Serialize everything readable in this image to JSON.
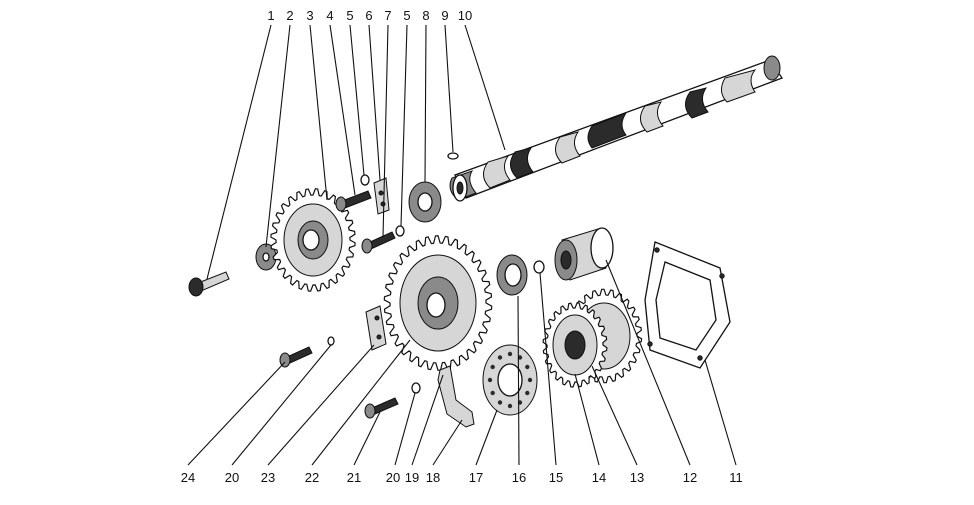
{
  "callouts": [
    {
      "id": "c1",
      "text": "1"
    },
    {
      "id": "c2",
      "text": "2"
    },
    {
      "id": "c3",
      "text": "3"
    },
    {
      "id": "c4",
      "text": "4"
    },
    {
      "id": "c5a",
      "text": "5"
    },
    {
      "id": "c6",
      "text": "6"
    },
    {
      "id": "c7",
      "text": "7"
    },
    {
      "id": "c5b",
      "text": "5"
    },
    {
      "id": "c8",
      "text": "8"
    },
    {
      "id": "c9",
      "text": "9"
    },
    {
      "id": "c10",
      "text": "10"
    },
    {
      "id": "c24",
      "text": "24"
    },
    {
      "id": "c20a",
      "text": "20"
    },
    {
      "id": "c23",
      "text": "23"
    },
    {
      "id": "c22",
      "text": "22"
    },
    {
      "id": "c21",
      "text": "21"
    },
    {
      "id": "c20b",
      "text": "20"
    },
    {
      "id": "c19",
      "text": "19"
    },
    {
      "id": "c18",
      "text": "18"
    },
    {
      "id": "c17",
      "text": "17"
    },
    {
      "id": "c16",
      "text": "16"
    },
    {
      "id": "c15",
      "text": "15"
    },
    {
      "id": "c14",
      "text": "14"
    },
    {
      "id": "c13",
      "text": "13"
    },
    {
      "id": "c12",
      "text": "12"
    },
    {
      "id": "c11",
      "text": "11"
    }
  ]
}
